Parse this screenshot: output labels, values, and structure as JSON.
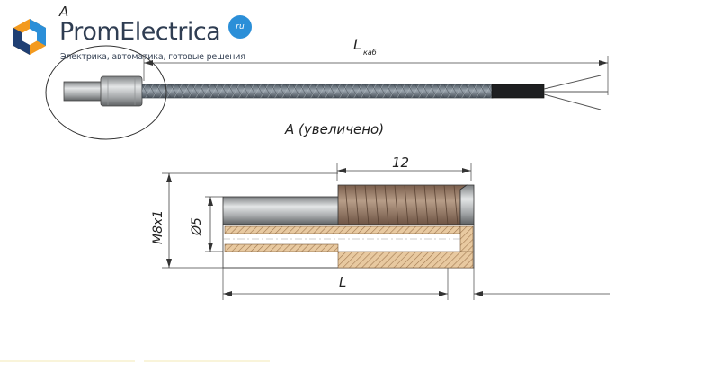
{
  "logo": {
    "brand": "PromElectrica",
    "tld": "ru",
    "tagline": "Электрика, автоматика, готовые решения"
  },
  "labels": {
    "view_marker": "A",
    "cable_length": "L",
    "cable_length_sub": "каб",
    "zoom_caption": "А (увеличено)",
    "thread_length": "12",
    "diameter": "Ø5",
    "thread_size": "M8x1",
    "length": "L"
  },
  "colors": {
    "line": "#333333",
    "metal_light": "#c9cbcc",
    "metal_dark": "#6f7173",
    "thread": "#8a6e5a",
    "cable": "#6b7680",
    "logo_orange": "#f39a1e",
    "logo_blue": "#2b8fd8",
    "logo_navy": "#1f3f73"
  }
}
